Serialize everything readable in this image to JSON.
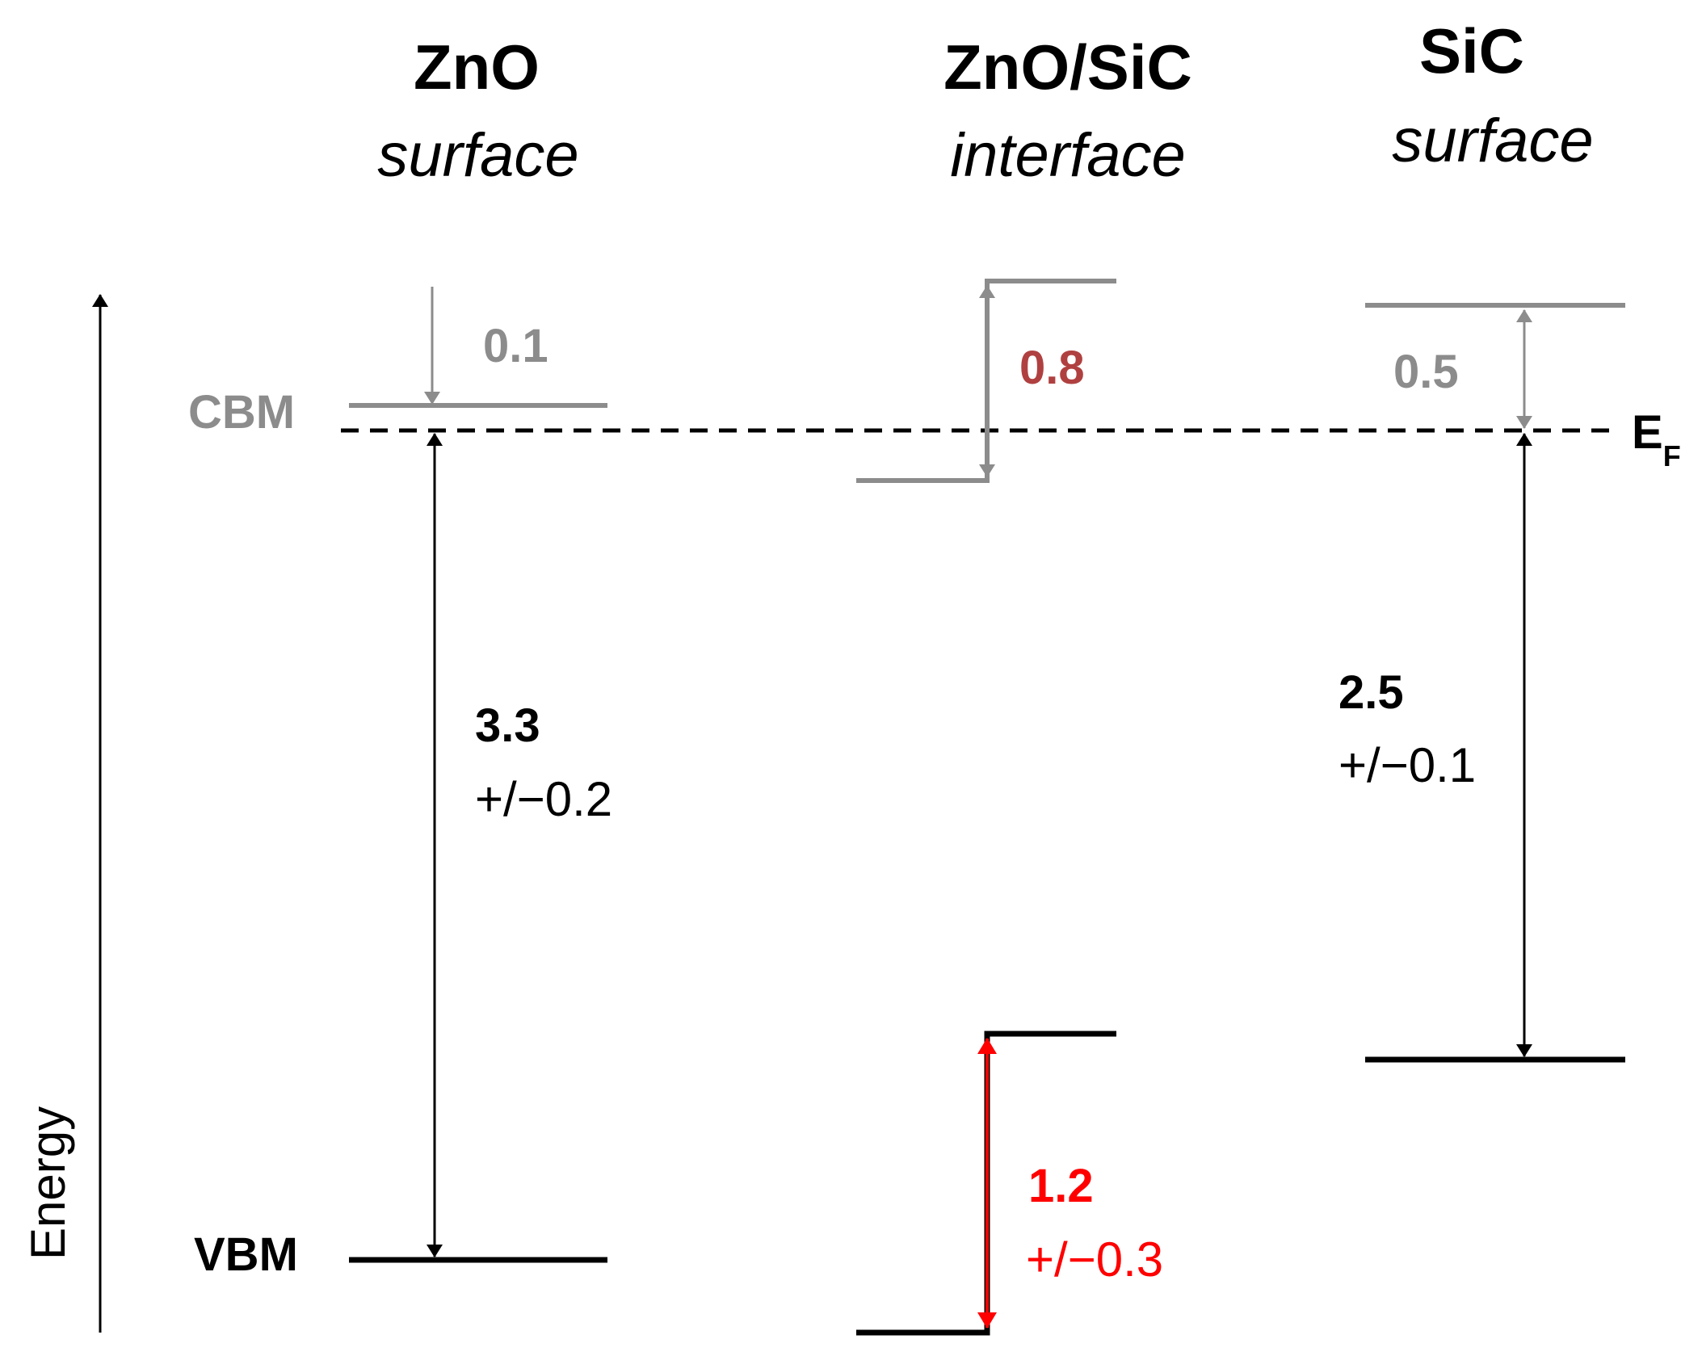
{
  "columns": {
    "zno": {
      "title": "ZnO",
      "subtitle": "surface"
    },
    "interface": {
      "title": "ZnO/SiC",
      "subtitle": "interface"
    },
    "sic": {
      "title": "SiC",
      "subtitle": "surface"
    }
  },
  "axis": {
    "label": "Energy"
  },
  "levels": {
    "cbm_label": "CBM",
    "vbm_label": "VBM",
    "fermi_label": "E",
    "fermi_subscript": "F"
  },
  "values": {
    "zno_cbm_offset": "0.1",
    "zno_gap": "3.3",
    "zno_gap_err": "+/−0.2",
    "interface_cb_offset": "0.8",
    "interface_vb_offset": "1.2",
    "interface_vb_err": "+/−0.3",
    "sic_cbm_offset": "0.5",
    "sic_gap": "2.5",
    "sic_gap_err": "+/−0.1"
  },
  "colors": {
    "black": "#000000",
    "gray": "#8c8c8c",
    "dark_red": "#b04040",
    "red": "#ff0000"
  }
}
